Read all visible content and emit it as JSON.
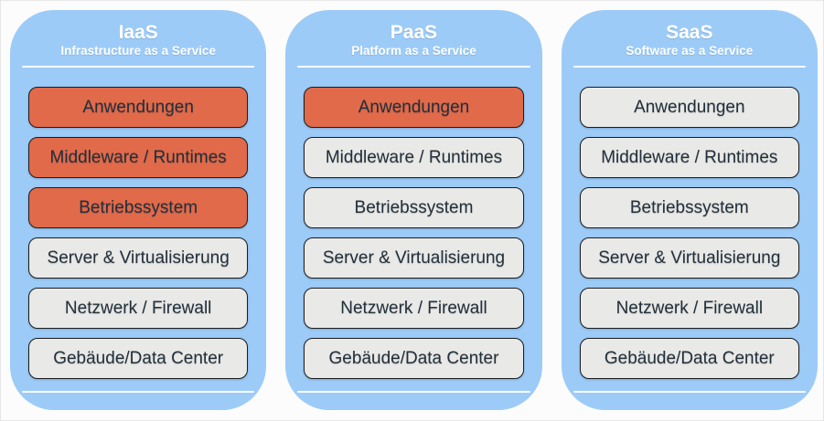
{
  "diagram": {
    "description": "Cloud service model comparison: IaaS vs PaaS vs SaaS layer responsibility stacks"
  },
  "colors": {
    "canvas_background": "#fcfcfc",
    "card_background": "#9ccbf8",
    "header_text": "#ffffff",
    "divider": "#ffffff",
    "layer_user_managed": "#e16a4b",
    "layer_provider_managed": "#e9e9e7",
    "layer_border": "#1c1c1c",
    "layer_text": "#22303c"
  },
  "columns": [
    {
      "id": "iaas",
      "title": "IaaS",
      "subtitle": "Infrastructure as a Service",
      "layers": [
        {
          "label": "Anwendungen",
          "highlight": true
        },
        {
          "label": "Middleware / Runtimes",
          "highlight": true
        },
        {
          "label": "Betriebssystem",
          "highlight": true
        },
        {
          "label": "Server & Virtualisierung",
          "highlight": false
        },
        {
          "label": "Netzwerk / Firewall",
          "highlight": false
        },
        {
          "label": "Gebäude/Data Center",
          "highlight": false
        }
      ]
    },
    {
      "id": "paas",
      "title": "PaaS",
      "subtitle": "Platform as a Service",
      "layers": [
        {
          "label": "Anwendungen",
          "highlight": true
        },
        {
          "label": "Middleware / Runtimes",
          "highlight": false
        },
        {
          "label": "Betriebssystem",
          "highlight": false
        },
        {
          "label": "Server & Virtualisierung",
          "highlight": false
        },
        {
          "label": "Netzwerk / Firewall",
          "highlight": false
        },
        {
          "label": "Gebäude/Data Center",
          "highlight": false
        }
      ]
    },
    {
      "id": "saas",
      "title": "SaaS",
      "subtitle": "Software as a Service",
      "layers": [
        {
          "label": "Anwendungen",
          "highlight": false
        },
        {
          "label": "Middleware / Runtimes",
          "highlight": false
        },
        {
          "label": "Betriebssystem",
          "highlight": false
        },
        {
          "label": "Server & Virtualisierung",
          "highlight": false
        },
        {
          "label": "Netzwerk / Firewall",
          "highlight": false
        },
        {
          "label": "Gebäude/Data Center",
          "highlight": false
        }
      ]
    }
  ]
}
